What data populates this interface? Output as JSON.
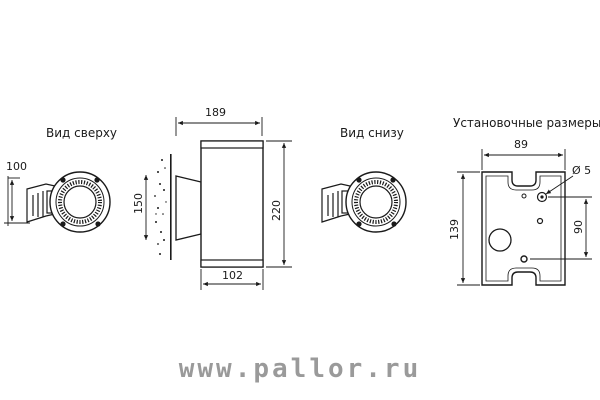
{
  "views": {
    "top_title": "Вид сверху",
    "bottom_title": "Вид снизу",
    "mount_title": "Установочные размеры"
  },
  "dimensions": {
    "top_width": "189",
    "height": "220",
    "wall_plate": "150",
    "body_diameter": "102",
    "top_offset": "100",
    "mount_width": "89",
    "mount_height": "139",
    "mount_hole_spacing": "90",
    "hole_diameter": "Ø 5"
  },
  "footer": {
    "url": "www.pallor.ru"
  }
}
